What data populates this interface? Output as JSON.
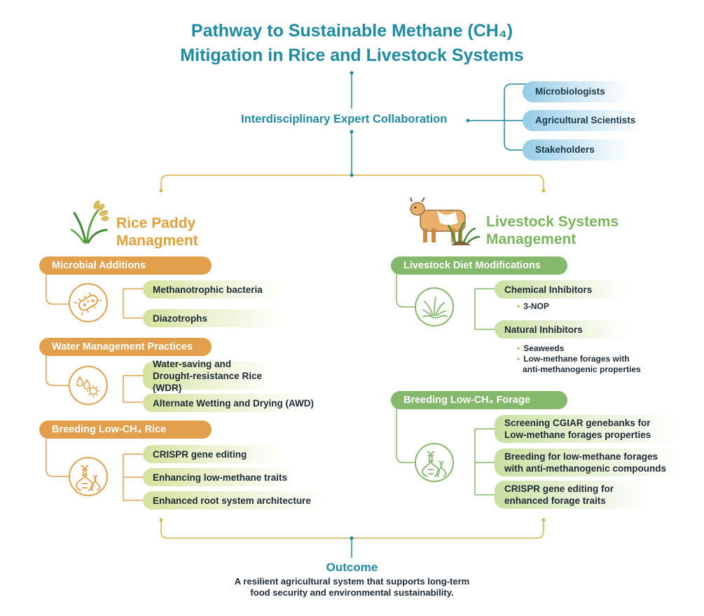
{
  "title": {
    "line1": "Pathway to Sustainable Methane (CH₄)",
    "line2": "Mitigation in Rice and Livestock Systems"
  },
  "collaboration": {
    "label": "Interdisciplinary Expert Collaboration",
    "experts": [
      "Microbiologists",
      "Agricultural Scientists",
      "Stakeholders"
    ]
  },
  "rice": {
    "title_line1": "Rice Paddy",
    "title_line2": "Managment",
    "groups": [
      {
        "header": "Microbial Additions",
        "items": [
          "Methanotrophic bacteria",
          "Diazotrophs"
        ]
      },
      {
        "header": "Water Management Practices",
        "items": [
          "Water-saving and\nDrought-resistance Rice (WDR)",
          "Alternate Wetting and Drying (AWD)"
        ]
      },
      {
        "header": "Breeding Low-CH₄ Rice",
        "items": [
          "CRISPR gene editing",
          "Enhancing low-methane traits",
          "Enhanced root system architecture"
        ]
      }
    ]
  },
  "livestock": {
    "title_line1": "Livestock Systems",
    "title_line2": "Management",
    "diet": {
      "header": "Livestock Diet Modifications",
      "chemical": "Chemical Inhibitors",
      "chemical_bullets": [
        "3-NOP"
      ],
      "natural": "Natural Inhibitors",
      "natural_bullets": [
        "Seaweeds",
        "Low-methane forages with",
        "anti-methanogenic properties"
      ]
    },
    "forage": {
      "header": "Breeding Low-CH₄ Forage",
      "items": [
        "Screening CGIAR genebanks for\nLow-methane forages properties",
        "Breeding for low-methane forages\nwith anti-methanogenic compounds",
        "CRISPR gene editing for\nenhanced forage traits"
      ]
    }
  },
  "outcome": {
    "title": "Outcome",
    "line1": "A resilient agricultural system that supports long-term",
    "line2": "food security and environmental sustainability."
  },
  "icons": [
    "rice-plant-icon",
    "cow-icon",
    "bacteria-icon",
    "water-drop-sun-icon",
    "dna-icon",
    "grass-icon"
  ],
  "colors": {
    "teal": "#1f8ba3",
    "orange": "#e3a04c",
    "green": "#84b86a",
    "gold": "#d8b34a"
  }
}
